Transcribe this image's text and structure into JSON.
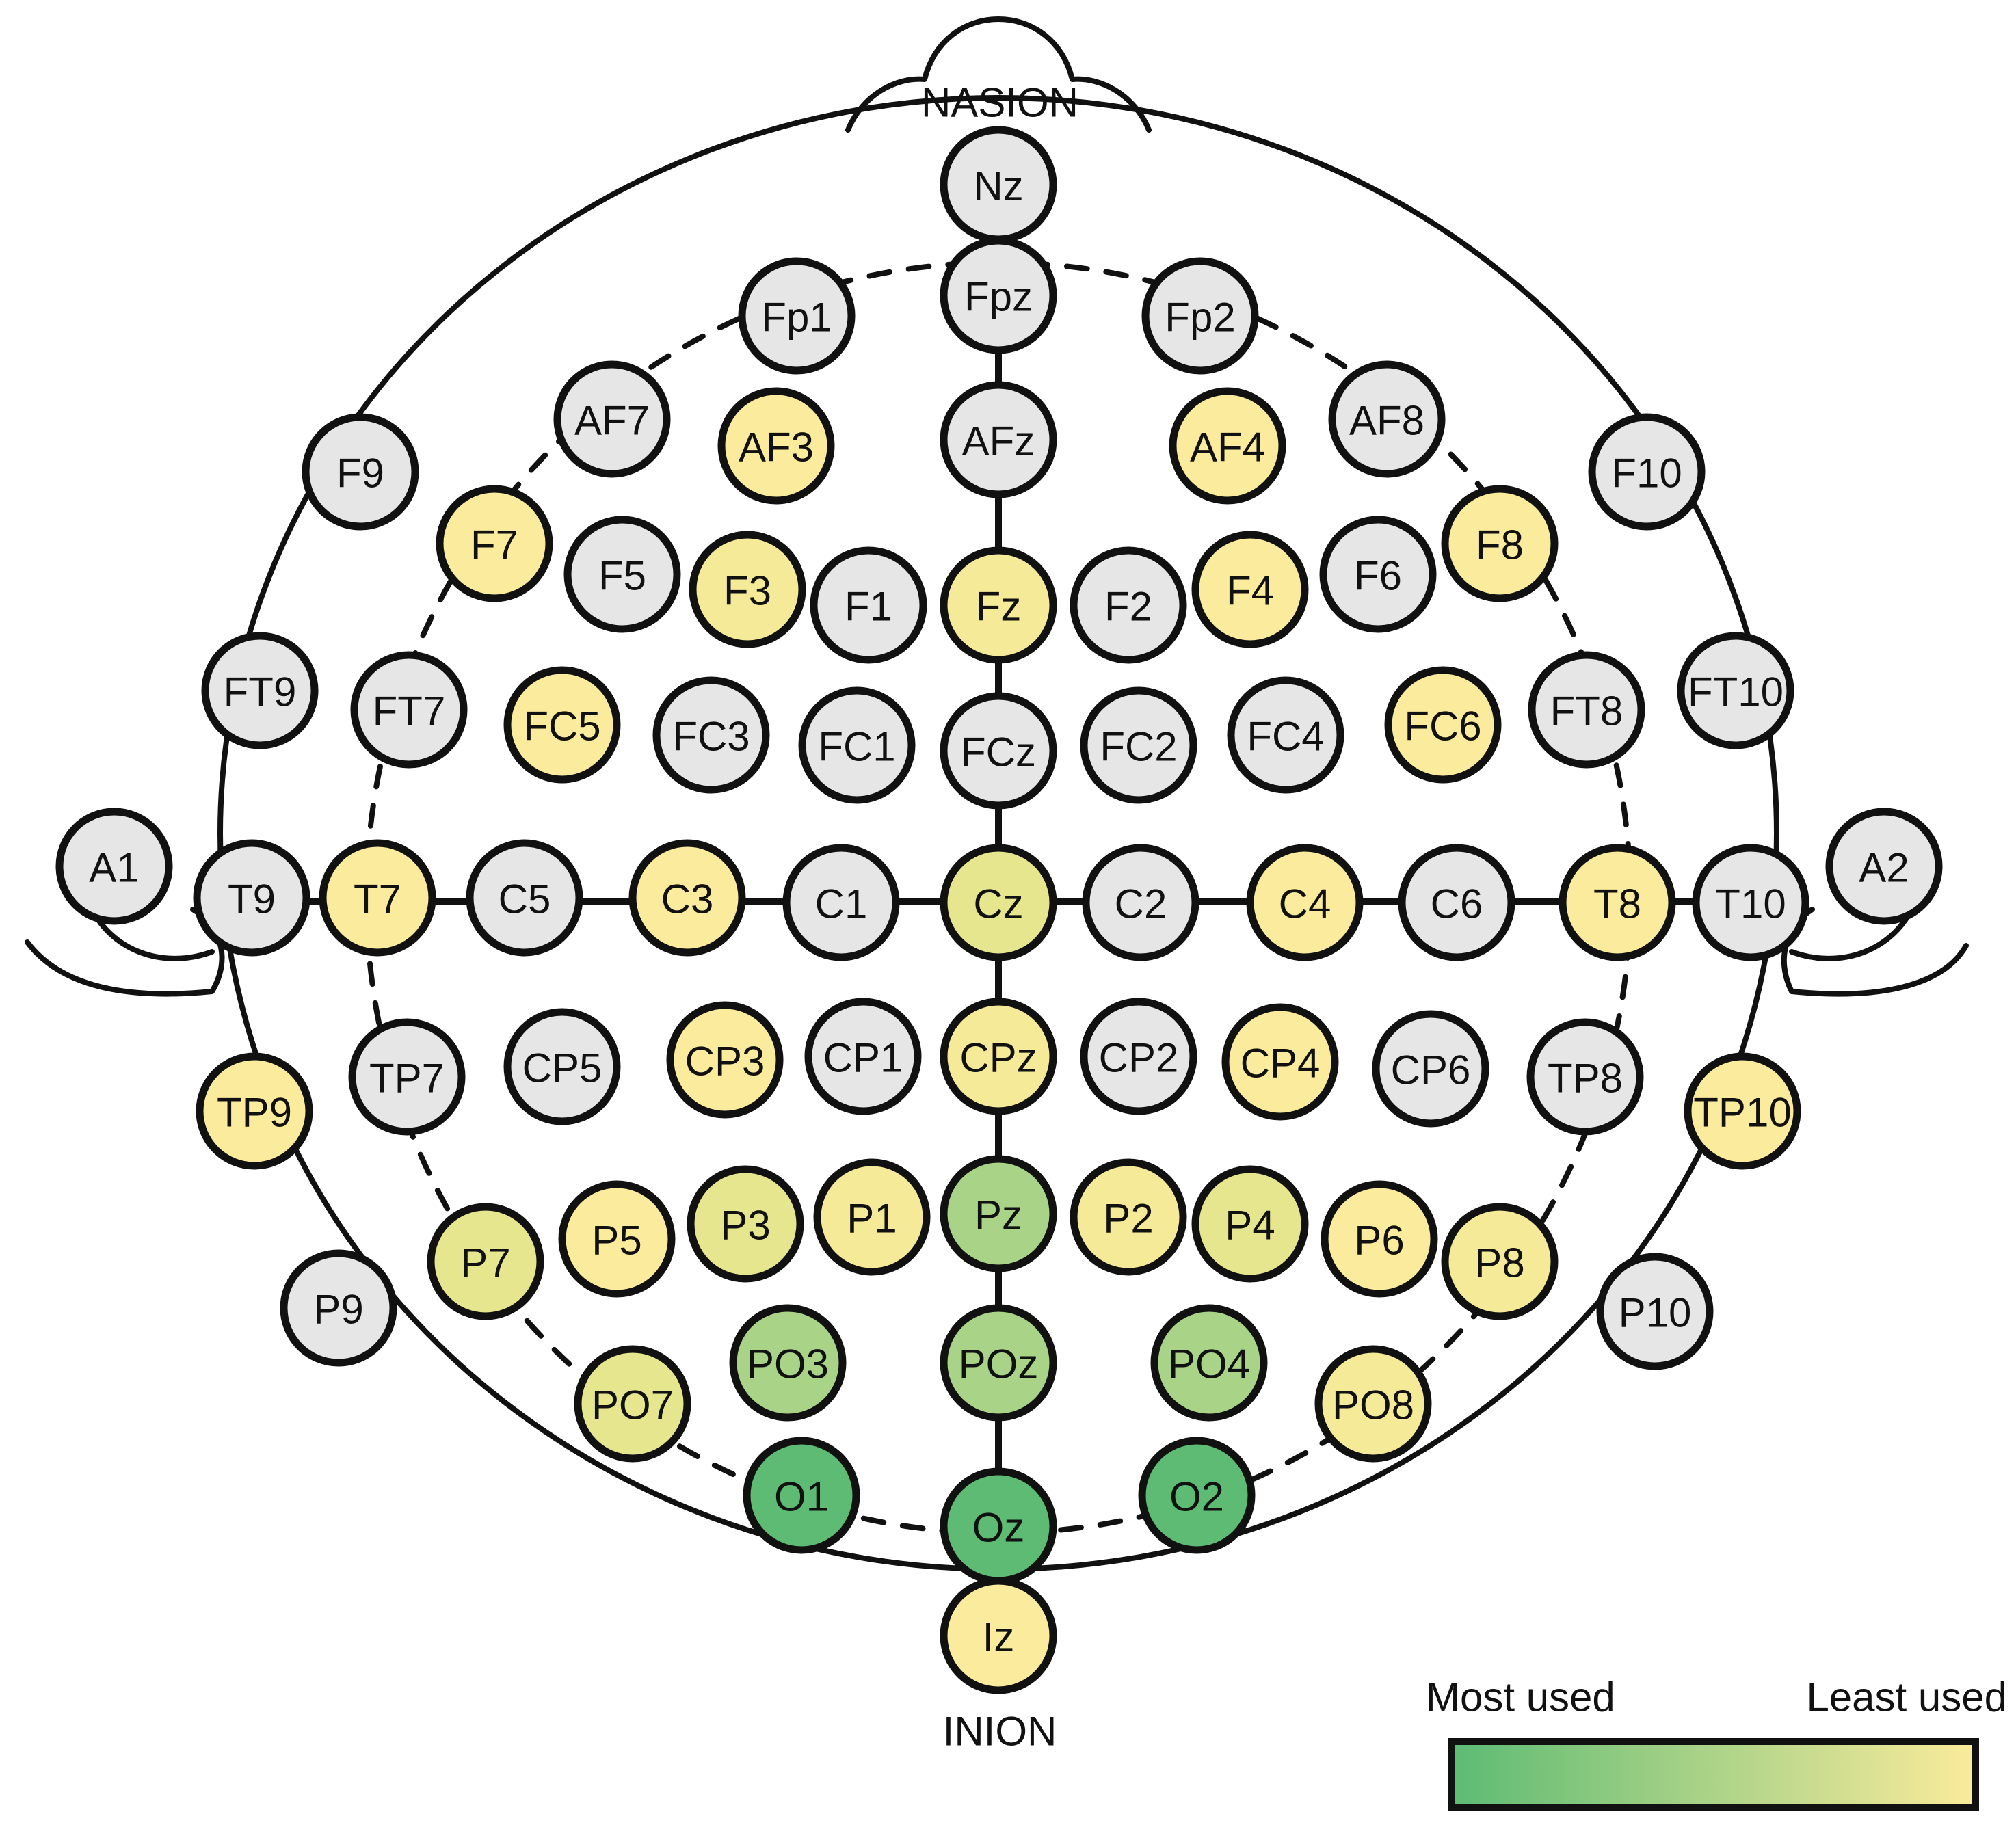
{
  "landmarks": {
    "nasion": "NASION",
    "inion": "INION"
  },
  "legend": {
    "most_label": "Most used",
    "least_label": "Least used",
    "color_most": "#5dbb74",
    "color_least": "#fbeb9c"
  },
  "colors": {
    "unused": "#e6e6e6",
    "scale": [
      "#fbeb9c",
      "#f5ea97",
      "#e6e68e",
      "#cfe08a",
      "#a9d488",
      "#8ecc82",
      "#5dbb74"
    ]
  },
  "electrodes": [
    {
      "label": "Nz",
      "level": -1
    },
    {
      "label": "Fpz",
      "level": -1
    },
    {
      "label": "Fp1",
      "level": -1
    },
    {
      "label": "Fp2",
      "level": -1
    },
    {
      "label": "AF7",
      "level": -1
    },
    {
      "label": "AF3",
      "level": 0
    },
    {
      "label": "AFz",
      "level": -1
    },
    {
      "label": "AF4",
      "level": 0
    },
    {
      "label": "AF8",
      "level": -1
    },
    {
      "label": "F9",
      "level": -1
    },
    {
      "label": "F7",
      "level": 0
    },
    {
      "label": "F5",
      "level": -1
    },
    {
      "label": "F3",
      "level": 1
    },
    {
      "label": "F1",
      "level": -1
    },
    {
      "label": "Fz",
      "level": 1
    },
    {
      "label": "F2",
      "level": -1
    },
    {
      "label": "F4",
      "level": 0
    },
    {
      "label": "F6",
      "level": -1
    },
    {
      "label": "F8",
      "level": 0
    },
    {
      "label": "F10",
      "level": -1
    },
    {
      "label": "FT9",
      "level": -1
    },
    {
      "label": "FT7",
      "level": -1
    },
    {
      "label": "FC5",
      "level": 0
    },
    {
      "label": "FC3",
      "level": -1
    },
    {
      "label": "FC1",
      "level": -1
    },
    {
      "label": "FCz",
      "level": -1
    },
    {
      "label": "FC2",
      "level": -1
    },
    {
      "label": "FC4",
      "level": -1
    },
    {
      "label": "FC6",
      "level": 0
    },
    {
      "label": "FT8",
      "level": -1
    },
    {
      "label": "FT10",
      "level": -1
    },
    {
      "label": "A1",
      "level": -1
    },
    {
      "label": "T9",
      "level": -1
    },
    {
      "label": "T7",
      "level": 0
    },
    {
      "label": "C5",
      "level": -1
    },
    {
      "label": "C3",
      "level": 0
    },
    {
      "label": "C1",
      "level": -1
    },
    {
      "label": "Cz",
      "level": 2
    },
    {
      "label": "C2",
      "level": -1
    },
    {
      "label": "C4",
      "level": 0
    },
    {
      "label": "C6",
      "level": -1
    },
    {
      "label": "T8",
      "level": 0
    },
    {
      "label": "T10",
      "level": -1
    },
    {
      "label": "A2",
      "level": -1
    },
    {
      "label": "TP9",
      "level": 0
    },
    {
      "label": "TP7",
      "level": -1
    },
    {
      "label": "CP5",
      "level": -1
    },
    {
      "label": "CP3",
      "level": 0
    },
    {
      "label": "CP1",
      "level": -1
    },
    {
      "label": "CPz",
      "level": 1
    },
    {
      "label": "CP2",
      "level": -1
    },
    {
      "label": "CP4",
      "level": 0
    },
    {
      "label": "CP6",
      "level": -1
    },
    {
      "label": "TP8",
      "level": -1
    },
    {
      "label": "TP10",
      "level": 0
    },
    {
      "label": "P9",
      "level": -1
    },
    {
      "label": "P7",
      "level": 2
    },
    {
      "label": "P5",
      "level": 0
    },
    {
      "label": "P3",
      "level": 2
    },
    {
      "label": "P1",
      "level": 1
    },
    {
      "label": "Pz",
      "level": 4
    },
    {
      "label": "P2",
      "level": 1
    },
    {
      "label": "P4",
      "level": 2
    },
    {
      "label": "P6",
      "level": 0
    },
    {
      "label": "P8",
      "level": 1
    },
    {
      "label": "P10",
      "level": -1
    },
    {
      "label": "PO7",
      "level": 2
    },
    {
      "label": "PO3",
      "level": 4
    },
    {
      "label": "POz",
      "level": 4
    },
    {
      "label": "PO4",
      "level": 4
    },
    {
      "label": "PO8",
      "level": 1
    },
    {
      "label": "O1",
      "level": 6
    },
    {
      "label": "Oz",
      "level": 6
    },
    {
      "label": "O2",
      "level": 6
    },
    {
      "label": "Iz",
      "level": 0
    }
  ]
}
